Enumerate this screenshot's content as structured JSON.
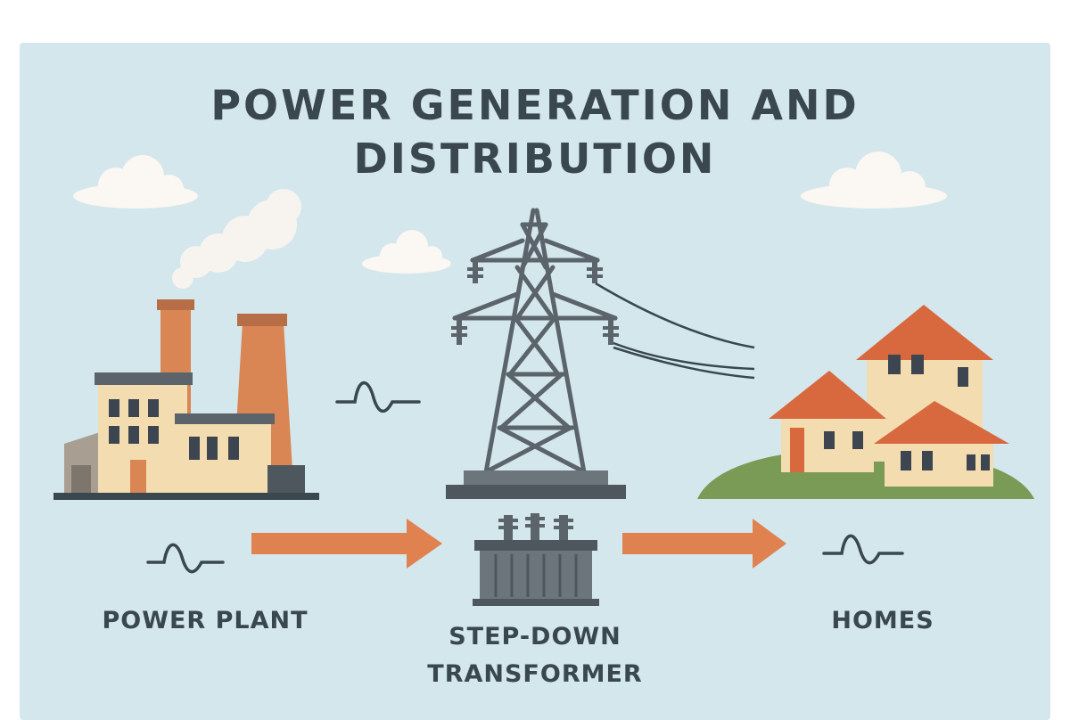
{
  "title": {
    "line1": "POWER GENERATION AND",
    "line2": "DISTRIBUTION"
  },
  "labels": {
    "power_plant": "POWER PLANT",
    "transformer_line1": "STEP-DOWN",
    "transformer_line2": "TRANSFORMER",
    "homes": "HOMES"
  },
  "colors": {
    "background": "#d3e7ed",
    "text": "#3a474f",
    "arrow": "#e08150",
    "roof": "#d8683e",
    "chimney": "#d98654",
    "wall": "#f2dcb0",
    "steel": "#5b646a",
    "grass": "#7a9b55",
    "cloud": "#fbf7f2"
  }
}
